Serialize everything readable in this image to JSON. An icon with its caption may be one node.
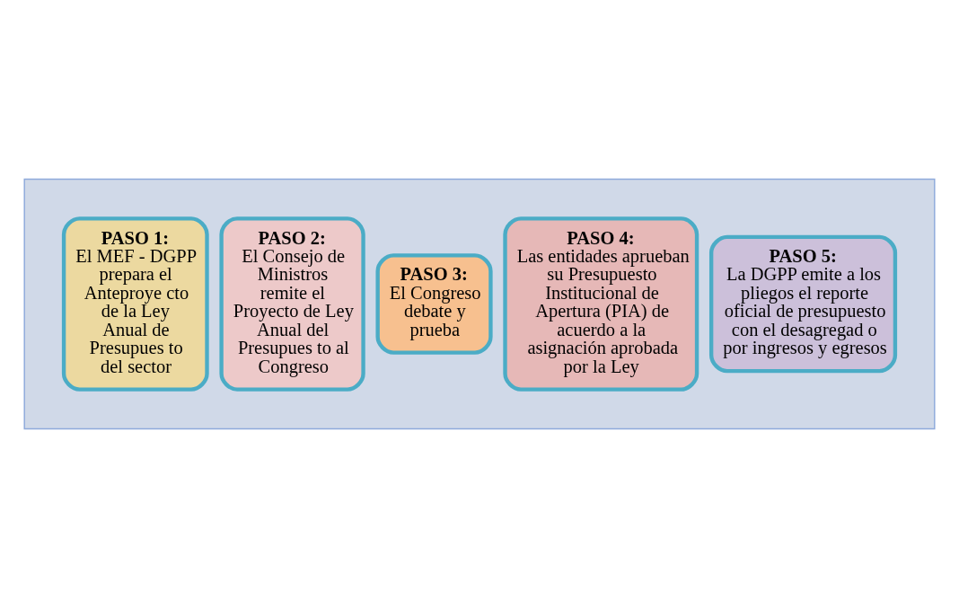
{
  "diagram": {
    "nodes": [
      {
        "text": [],
        "shape": "arrow"
      },
      {
        "text": [
          "PASO 1:",
          "El MEF - DGPP prepara el Anteproye cto de la Ley Anual de Presupues to del sector"
        ],
        "in": 0
      },
      {
        "text": [
          "PASO 2:",
          "El Consejo de Ministros remite el Proyecto de Ley Anual del Presupues to al Congreso"
        ],
        "in": 0
      },
      {
        "text": [
          "PASO 3:",
          "El Congreso debate y prueba"
        ],
        "in": 0
      },
      {
        "text": [
          "PASO 4:",
          "Las entidades aprueban su Presupuesto Institucional de Apertura (PIA) de acuerdo a la asignación aprobada por la Ley"
        ],
        "in": 0
      },
      {
        "text": [
          "PASO 5:",
          "La DGPP emite a los pliegos el reporte oficial de presupuesto con el desagregad o por ingresos y egresos"
        ],
        "in": 0
      }
    ],
    "edges": []
  }
}
